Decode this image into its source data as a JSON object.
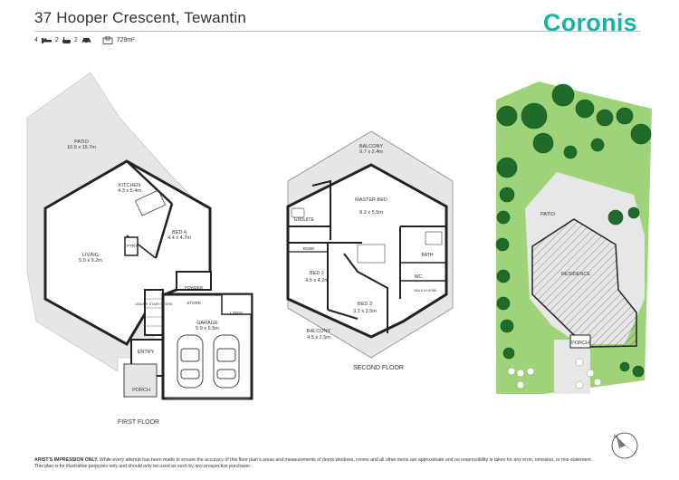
{
  "listing": {
    "address": "37 Hooper Crescent, Tewantin",
    "beds": "4",
    "baths": "2",
    "cars": "2",
    "area": "729m²"
  },
  "brand": {
    "name": "Coronis",
    "color": "#17b4a5"
  },
  "first_floor": {
    "caption": "FIRST FLOOR",
    "rooms": [
      {
        "name": "PATIO",
        "size": "10.5 x 15.7m"
      },
      {
        "name": "KITCHEN",
        "size": "4.3 x 5.4m"
      },
      {
        "name": "BED 4",
        "size": "4.4 x 4.7m"
      },
      {
        "name": "LIVING",
        "size": "5.0 x 9.2m"
      },
      {
        "name": "PTRY",
        "size": ""
      },
      {
        "name": "POWDER",
        "size": ""
      },
      {
        "name": "UNDER STAIR STORE",
        "size": ""
      },
      {
        "name": "STORE",
        "size": ""
      },
      {
        "name": "L'DRY",
        "size": ""
      },
      {
        "name": "GARAGE",
        "size": "5.9 x 6.5m"
      },
      {
        "name": "ENTRY",
        "size": ""
      },
      {
        "name": "PORCH",
        "size": ""
      }
    ]
  },
  "second_floor": {
    "caption": "SECOND FLOOR",
    "rooms": [
      {
        "name": "BALCONY",
        "size": "9.7 x 2.4m"
      },
      {
        "name": "MASTER BED",
        "size": "8.2 x 5.5m"
      },
      {
        "name": "ENSUITE",
        "size": ""
      },
      {
        "name": "ROBE",
        "size": ""
      },
      {
        "name": "BATH",
        "size": ""
      },
      {
        "name": "BED 2",
        "size": "4.5 x 4.2m"
      },
      {
        "name": "BED 3",
        "size": "3.2 x 3.5m"
      },
      {
        "name": "WC",
        "size": ""
      },
      {
        "name": "WALK-IN ROBE",
        "size": ""
      },
      {
        "name": "BALCONY",
        "size": "4.5 x 2.5m"
      }
    ]
  },
  "site_plan": {
    "labels": [
      "PATIO",
      "RESIDENCE",
      "PORCH"
    ],
    "lawn_color": "#9fd37a",
    "tree_color": "#1f6b2a"
  },
  "compass": {
    "label": "N"
  },
  "disclaimer": {
    "lead": "ARIST'S IMPRESSION ONLY.",
    "body": " While every attempt has been made to ensure the accuracy of this floor plan's areas and measurements of doors,windows, rooms and all other items are approximate and no responsibility is taken for any error, omission, or mis-statement. This plan is for illustrative purposes only and should only be used as such by any prospective purchaser."
  }
}
